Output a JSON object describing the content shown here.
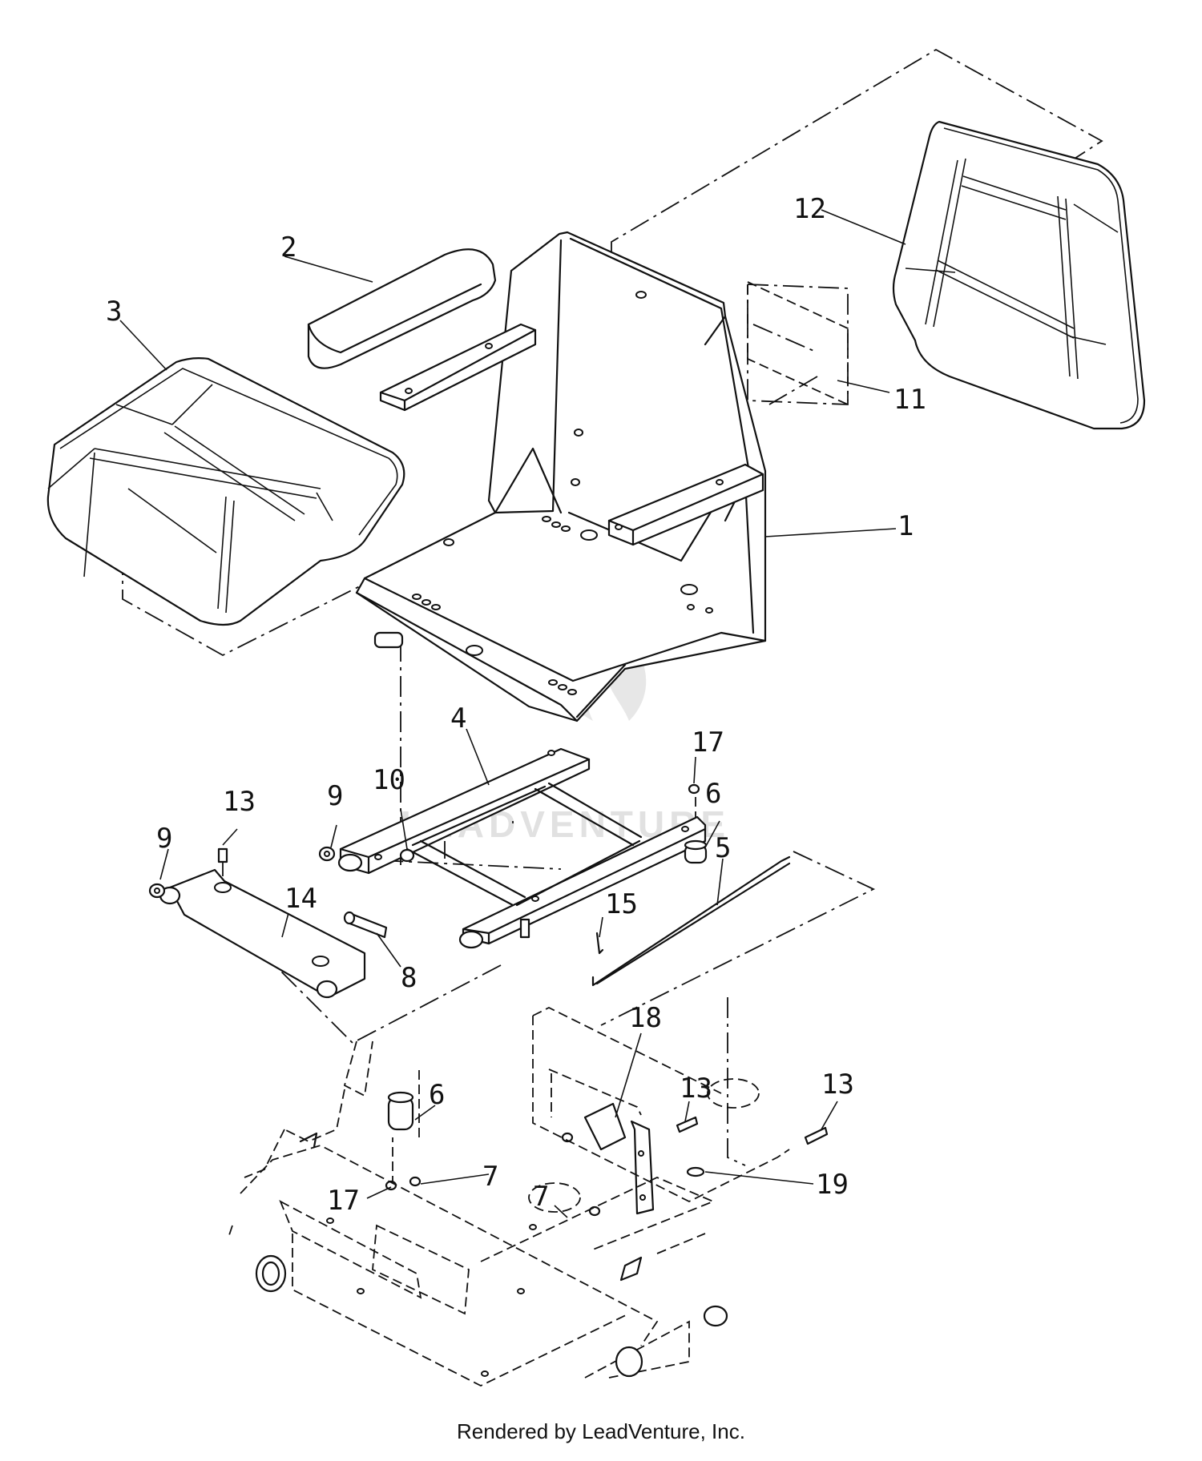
{
  "diagram": {
    "callouts": [
      {
        "id": "1",
        "label": "1"
      },
      {
        "id": "2",
        "label": "2"
      },
      {
        "id": "3",
        "label": "3"
      },
      {
        "id": "4",
        "label": "4"
      },
      {
        "id": "5",
        "label": "5"
      },
      {
        "id": "6a",
        "label": "6"
      },
      {
        "id": "6b",
        "label": "6"
      },
      {
        "id": "7a",
        "label": "7"
      },
      {
        "id": "7b",
        "label": "7"
      },
      {
        "id": "8",
        "label": "8"
      },
      {
        "id": "9a",
        "label": "9"
      },
      {
        "id": "9b",
        "label": "9"
      },
      {
        "id": "10",
        "label": "10"
      },
      {
        "id": "11",
        "label": "11"
      },
      {
        "id": "12",
        "label": "12"
      },
      {
        "id": "13a",
        "label": "13"
      },
      {
        "id": "13b",
        "label": "13"
      },
      {
        "id": "13c",
        "label": "13"
      },
      {
        "id": "14",
        "label": "14"
      },
      {
        "id": "15",
        "label": "15"
      },
      {
        "id": "17a",
        "label": "17"
      },
      {
        "id": "17b",
        "label": "17"
      },
      {
        "id": "18",
        "label": "18"
      },
      {
        "id": "19",
        "label": "19"
      }
    ]
  },
  "watermark": {
    "text": "LEADVENTURE"
  },
  "footer": {
    "credit": "Rendered by LeadVenture, Inc."
  }
}
